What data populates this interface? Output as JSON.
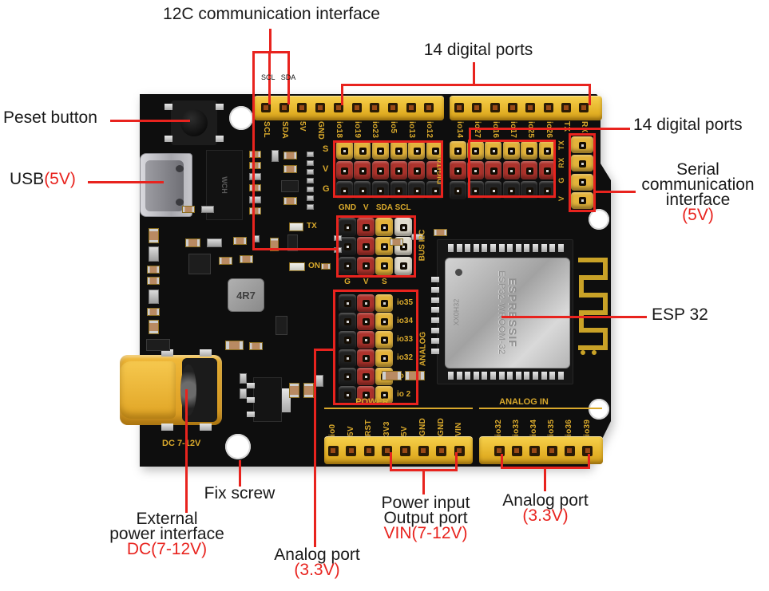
{
  "annotations": {
    "i2c_top": {
      "label": "12C communication interface",
      "scl": "SCL",
      "sda": "SDA"
    },
    "digital_top": "14 digital ports",
    "digital_right": "14 digital ports",
    "reset": "Peset button",
    "usb": {
      "black": "USB",
      "red": "(5V)"
    },
    "serial": {
      "lines": [
        "Serial",
        "communication",
        "interface"
      ],
      "red": "(5V)"
    },
    "esp32": "ESP 32",
    "fix_screw": "Fix screw",
    "ext_power": {
      "lines": [
        "External",
        "power interface"
      ],
      "red": "DC(7-12V)"
    },
    "analog_center": {
      "black": "Analog port",
      "red": "(3.3V)"
    },
    "power_io": {
      "lines": [
        "Power input",
        "Output port"
      ],
      "red": "VIN(7-12V)"
    },
    "analog_right": {
      "black": "Analog port",
      "red": "(3.3V)"
    }
  },
  "silkscreen": {
    "top_left_pins": [
      "SCL",
      "SDA",
      "5V",
      "GND",
      "io18",
      "io19",
      "io23",
      "io5",
      "io13",
      "io12"
    ],
    "top_right_pins": [
      "io14",
      "io27",
      "io16",
      "io17",
      "io25",
      "io26",
      "TX",
      "RX"
    ],
    "digital_rows": [
      "S",
      "V",
      "G"
    ],
    "digital_label": "DIGITAL",
    "serial_pins": [
      "TX",
      "RX",
      "G",
      "V"
    ],
    "i2c_cols": [
      "GND",
      "V",
      "SDA",
      "SCL"
    ],
    "i2c_label": "BUS I2C",
    "analog_cols": [
      "G",
      "V",
      "S"
    ],
    "analog_rows": [
      "io35",
      "io34",
      "io33",
      "io32",
      "io 4",
      "io 2"
    ],
    "analog_label": "ANALOG",
    "power_title": "POWER",
    "power_pins": [
      "io0",
      "5V",
      "RST",
      "3V3",
      "5V",
      "GND",
      "GND",
      "VIN"
    ],
    "analog_in_title": "ANALOG IN",
    "analog_in_pins": [
      "io32",
      "io33",
      "io34",
      "io35",
      "io36",
      "io39"
    ],
    "dc_label": "DC 7-12V",
    "tx_led": "TX",
    "on_led": "ON",
    "inductor": "4R7",
    "usb_chip": "WCH"
  },
  "module": {
    "brand": "ESPRESSIF",
    "model": "ESP32-WROOM-32",
    "side": "XX0H32"
  },
  "colors": {
    "annotation_red": "#e8231e",
    "silkscreen_yellow": "#d9a92c",
    "header_yellow": "#e9bd35",
    "board_black": "#0e0e0e",
    "socket_red": "#ae332c",
    "socket_black": "#222222",
    "socket_white": "#e0dbce"
  }
}
